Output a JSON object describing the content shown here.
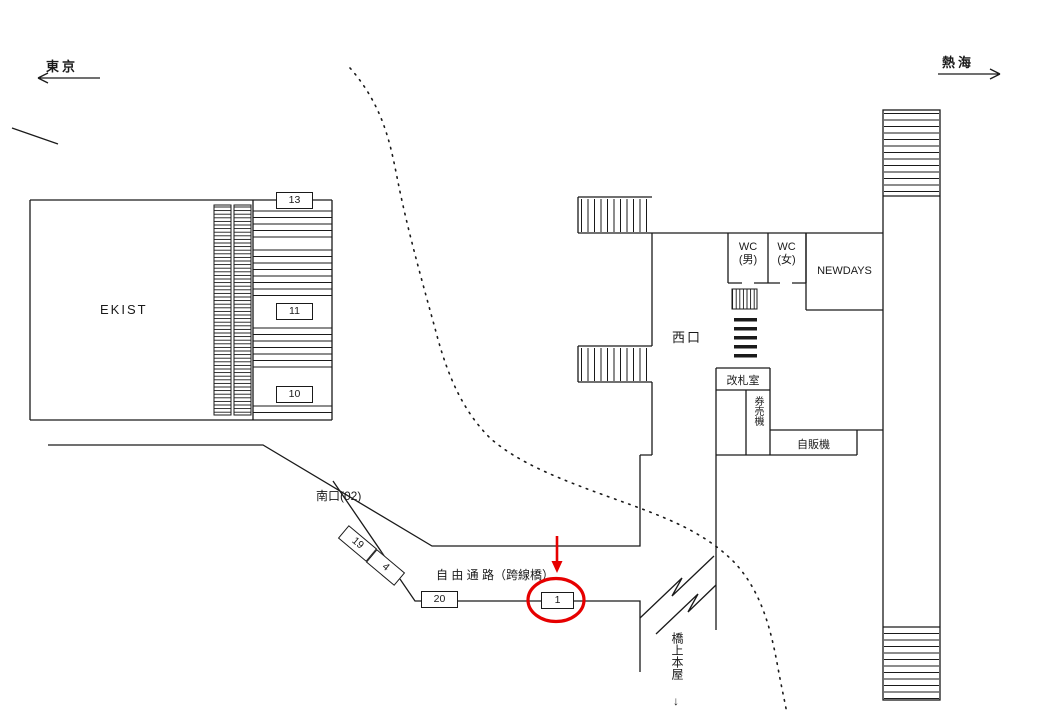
{
  "directions": {
    "tokyo": "東京",
    "atami": "熱海"
  },
  "left_building": {
    "name": "EKIST",
    "positions": {
      "p13": "13",
      "p11": "11",
      "p10": "10"
    }
  },
  "south_area": {
    "exit_label": "南口(02)",
    "passage_label": "自 由 通 路（跨線橋）",
    "positions": {
      "p19": "19",
      "p4": "4",
      "p20": "20",
      "p1": "1"
    }
  },
  "west_area": {
    "exit_label": "西口",
    "wc_male_line1": "WC",
    "wc_male_line2": "(男)",
    "wc_female_line1": "WC",
    "wc_female_line2": "(女)",
    "shop": "NEWDAYS",
    "gate_office": "改札室",
    "ticket_machines": "券売機",
    "vending_machine": "自販機"
  },
  "bridge_building": {
    "label": "橋上本屋",
    "arrow": "↓"
  },
  "highlight": {
    "circled_position": "1",
    "color": "#e60000"
  }
}
